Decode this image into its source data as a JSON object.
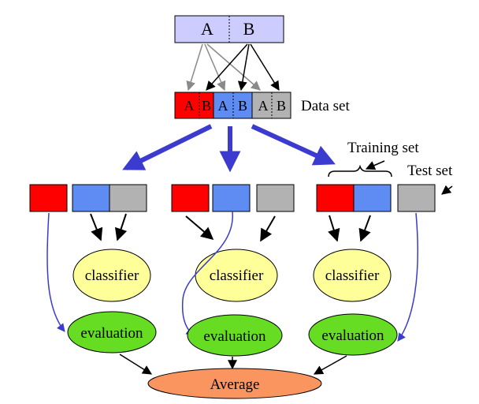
{
  "top_box": {
    "left_letter": "A",
    "right_letter": "B",
    "fill": "#ccccff"
  },
  "data_set": {
    "label": "Data set",
    "folds": [
      {
        "letters": [
          "A",
          "B"
        ],
        "color": "#ff0000"
      },
      {
        "letters": [
          "A",
          "B"
        ],
        "color": "#5f8cf3"
      },
      {
        "letters": [
          "A",
          "B"
        ],
        "color": "#b2b2b2"
      }
    ]
  },
  "annotations": {
    "training_set": "Training set",
    "test_set": "Test set"
  },
  "columns": [
    {
      "blocks": [
        "#ff0000",
        "#5f8cf3",
        "#b2b2b2"
      ],
      "classifier": "classifier",
      "evaluation": "evaluation"
    },
    {
      "blocks": [
        "#ff0000",
        "#5f8cf3",
        "#b2b2b2"
      ],
      "classifier": "classifier",
      "evaluation": "evaluation"
    },
    {
      "blocks": [
        "#ff0000",
        "#5f8cf3",
        "#b2b2b2"
      ],
      "classifier": "classifier",
      "evaluation": "evaluation"
    }
  ],
  "average": {
    "label": "Average",
    "fill": "#fa9560"
  },
  "colors": {
    "classifier_fill": "#ffff99",
    "evaluation_fill": "#66dd22",
    "big_arrow": "#3b3bd0",
    "test_curve": "#3b3bcc",
    "gray_arrow": "#8a8a8a"
  }
}
